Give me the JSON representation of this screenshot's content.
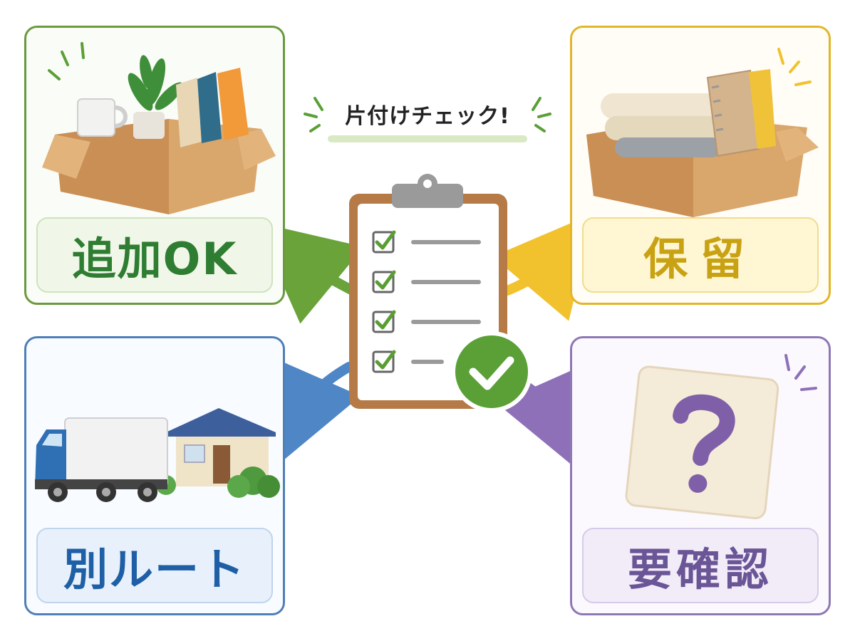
{
  "title": "片付けチェック!",
  "categories": [
    {
      "id": "ok",
      "label": "追加OK",
      "color": "#2e7d32"
    },
    {
      "id": "hold",
      "label": "保留",
      "color": "#c9a214"
    },
    {
      "id": "route",
      "label": "別ルート",
      "color": "#1e5fa6"
    },
    {
      "id": "check",
      "label": "要確認",
      "color": "#6a5596"
    }
  ],
  "icons": {
    "ok": "box-with-mug-plant-books-icon",
    "hold": "box-with-towels-notebooks-icon",
    "route": "truck-and-house-icon",
    "check": "question-mark-card-icon",
    "center": "checklist-clipboard-icon"
  }
}
